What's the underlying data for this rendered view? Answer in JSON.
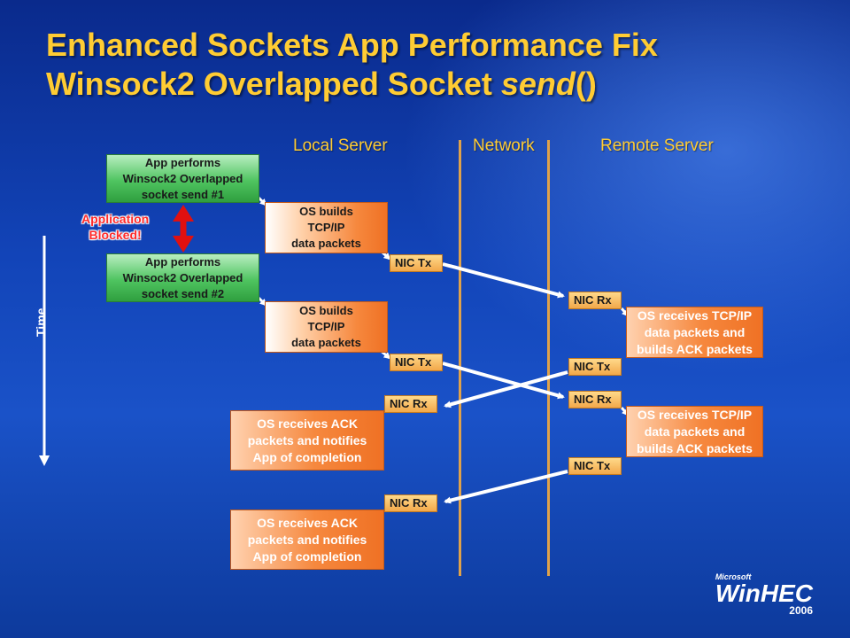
{
  "title": {
    "line1": "Enhanced Sockets App Performance Fix",
    "line2_prefix": "Winsock2 Overlapped Socket ",
    "line2_italic": "send",
    "line2_suffix": "()"
  },
  "columns": {
    "local": "Local Server",
    "network": "Network",
    "remote": "Remote Server"
  },
  "app_boxes": [
    "App performs\nWinsock2 Overlapped\nsocket send #1",
    "App performs\nWinsock2 Overlapped\nsocket send #2"
  ],
  "blocked_label": "Application\nBlocked!",
  "os_builds": [
    "OS builds\nTCP/IP\ndata packets",
    "OS builds\nTCP/IP\ndata packets"
  ],
  "remote_boxes": [
    "OS receives TCP/IP\ndata packets and\nbuilds ACK packets",
    "OS receives TCP/IP\ndata packets and\nbuilds ACK packets"
  ],
  "ack_boxes": [
    "OS receives ACK\npackets and notifies\nApp of completion",
    "OS receives ACK\npackets and notifies\nApp of completion"
  ],
  "nic": {
    "tx": "NIC Tx",
    "rx": "NIC Rx"
  },
  "time_label": "Time",
  "logo": {
    "brand": "Microsoft",
    "name": "WinHEC",
    "year": "2006"
  },
  "colors": {
    "title": "#ffcc33",
    "blocked": "#ff2a2a",
    "arrow": "#ffffff"
  }
}
